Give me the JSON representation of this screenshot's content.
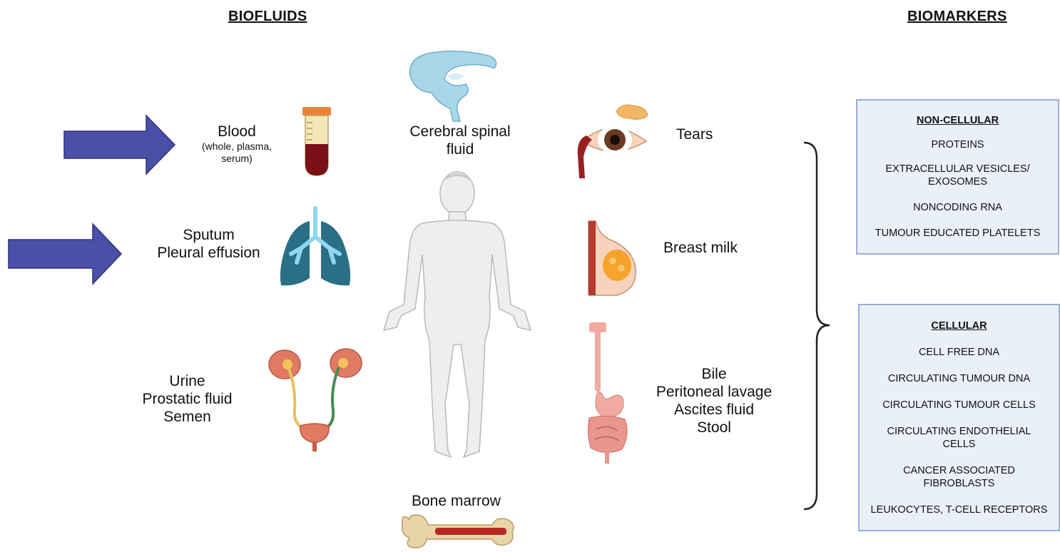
{
  "headings": {
    "biofluids": "BIOFLUIDS",
    "biomarkers": "BIOMARKERS"
  },
  "fluids": {
    "blood": "Blood",
    "blood_sub": [
      "(whole, plasma,",
      "serum)"
    ],
    "csf": [
      "Cerebral spinal",
      "fluid"
    ],
    "tears": "Tears",
    "sputum": [
      "Sputum",
      "Pleural effusion"
    ],
    "breast_milk": "Breast milk",
    "urine": [
      "Urine",
      "Prostatic fluid",
      "Semen"
    ],
    "gi": [
      "Bile",
      "Peritoneal lavage",
      "Ascites fluid",
      "Stool"
    ],
    "bone_marrow": "Bone marrow"
  },
  "non_cellular": {
    "title": "NON-CELLULAR",
    "items": [
      "PROTEINS",
      "EXTRACELLULAR VESICLES/",
      "EXOSOMES",
      "NONCODING RNA",
      "TUMOUR EDUCATED PLATELETS"
    ]
  },
  "cellular": {
    "title": "CELLULAR",
    "items": [
      "CELL FREE DNA",
      "CIRCULATING TUMOUR DNA",
      "CIRCULATING TUMOUR CELLS",
      "CIRCULATING ENDOTHELIAL",
      "CELLS",
      "CANCER ASSOCIATED",
      "FIBROBLASTS",
      "LEUKOCYTES, T-CELL RECEPTORS"
    ]
  },
  "colors": {
    "arrow": "#4a4fa8",
    "box_fill": "#eaf0fa",
    "box_border": "#9aaed8"
  }
}
